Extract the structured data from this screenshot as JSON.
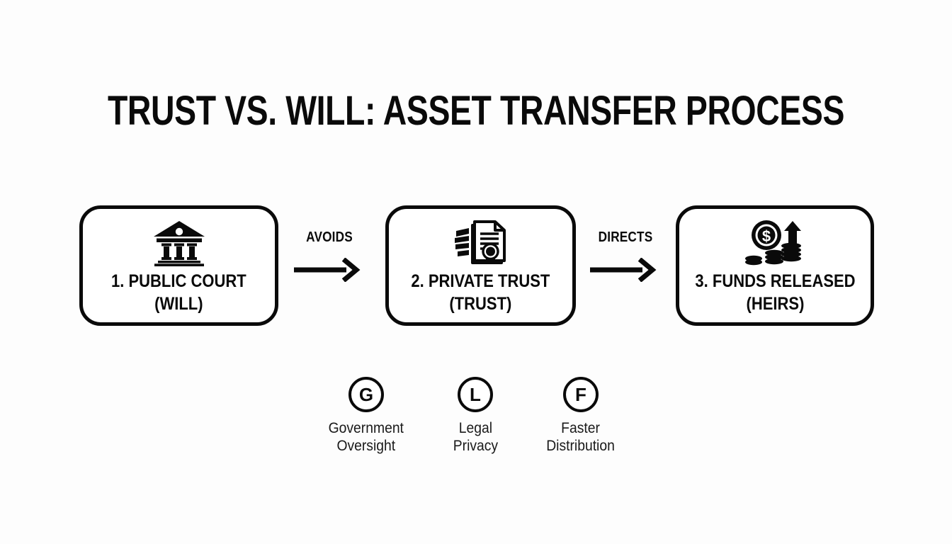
{
  "page": {
    "title": "TRUST VS. WILL: ASSET TRANSFER PROCESS",
    "background_color": "#fdfdfd",
    "ink_color": "#0a0a0a"
  },
  "diagram": {
    "type": "process-flow",
    "steps": [
      {
        "id": "step-1",
        "icon": "courthouse-icon",
        "line1": "1. PUBLIC COURT",
        "line2": "(WILL)"
      },
      {
        "id": "step-2",
        "icon": "trust-document-seal-icon",
        "line1": "2. PRIVATE TRUST",
        "line2": "(TRUST)"
      },
      {
        "id": "step-3",
        "icon": "money-coins-up-arrow-icon",
        "line1": "3. FUNDS RELEASED",
        "line2": "(HEIRS)"
      }
    ],
    "connectors": [
      {
        "id": "connector-1",
        "label": "AVOIDS",
        "icon": "arrow-right-icon"
      },
      {
        "id": "connector-2",
        "label": "DIRECTS",
        "icon": "arrow-right-icon"
      }
    ],
    "legend": [
      {
        "id": "legend-g",
        "badge": "G",
        "line1": "Government",
        "line2": "Oversight"
      },
      {
        "id": "legend-l",
        "badge": "L",
        "line1": "Legal",
        "line2": "Privacy"
      },
      {
        "id": "legend-f",
        "badge": "F",
        "line1": "Faster",
        "line2": "Distribution"
      }
    ]
  }
}
